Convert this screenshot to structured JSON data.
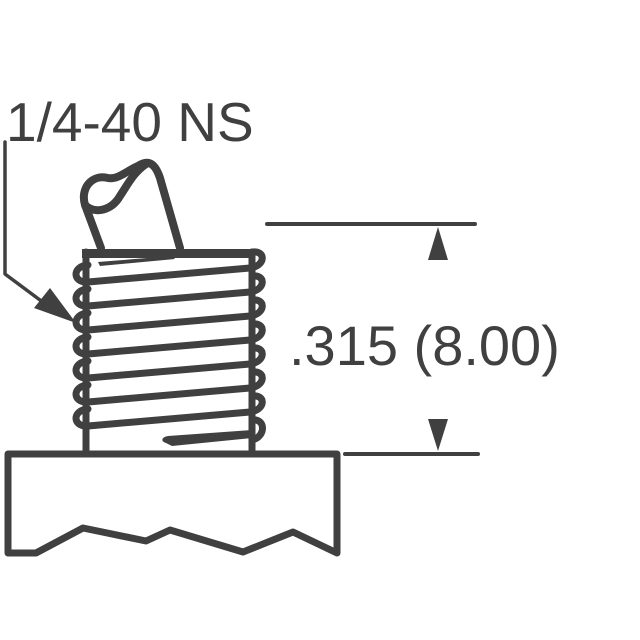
{
  "diagram": {
    "type": "mechanical-drawing",
    "subject": "threaded stud on mounting base",
    "colors": {
      "line": "#404041",
      "background": "#ffffff"
    },
    "labels": {
      "thread_spec": "1/4-40 NS",
      "height_dimension": ".315 (8.00)"
    },
    "dimension": {
      "value_in": ".315",
      "value_mm": "(8.00)",
      "orientation": "vertical"
    },
    "components": [
      "slotted-head",
      "threaded-shank",
      "base-block",
      "leader-arrow",
      "dimension-lines"
    ]
  }
}
